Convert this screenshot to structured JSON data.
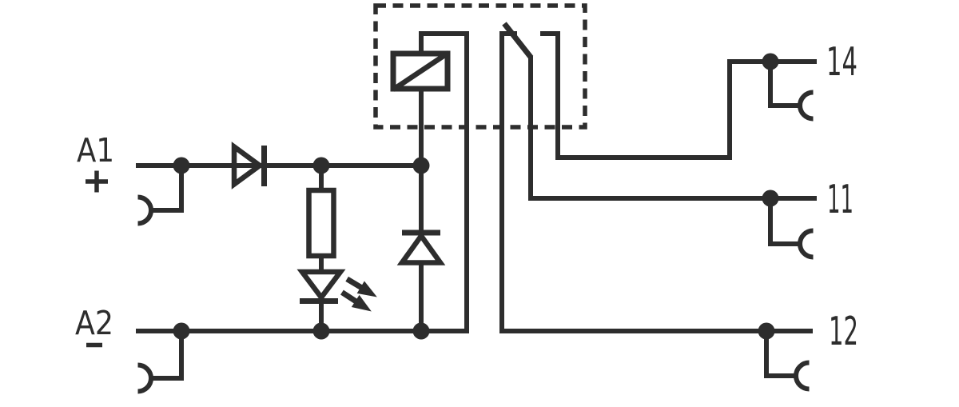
{
  "schematic": {
    "colors": {
      "line": "#2d2d2d",
      "background": "#ffffff"
    },
    "input_side": {
      "terminals": [
        {
          "label": "A1",
          "sign": "+"
        },
        {
          "label": "A2",
          "sign": "−"
        }
      ]
    },
    "output_side": {
      "terminals": [
        {
          "label": "14"
        },
        {
          "label": "11"
        },
        {
          "label": "12"
        }
      ]
    },
    "symbols": [
      "clamp-terminal",
      "diode",
      "resistor",
      "led",
      "suppressor-diode",
      "relay-coil",
      "module-boundary",
      "changeover-contact"
    ]
  }
}
